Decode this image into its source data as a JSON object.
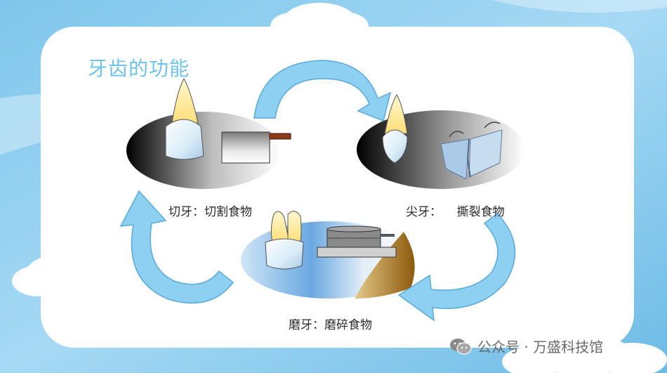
{
  "title": "牙齿的功能",
  "captions": {
    "incisor": "切牙：切割食物",
    "canine": "尖牙：    撕裂食物",
    "molar": "磨牙：磨碎食物"
  },
  "watermark": "公众号 · 万盛科技馆",
  "colors": {
    "sky": "#7fc8ee",
    "arrow": "#8dd0f2",
    "arrow_stroke": "#5aa9d6",
    "title": "#6fc3e8"
  },
  "icons": [
    "cloud-icon",
    "wechat-icon",
    "arrow-icon",
    "tooth-icon",
    "knife-icon",
    "millstone-icon"
  ]
}
